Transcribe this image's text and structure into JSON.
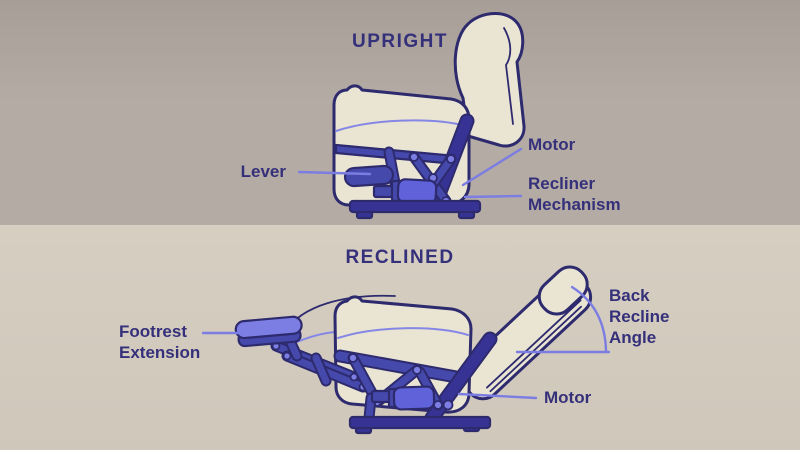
{
  "colors": {
    "top_bg": "#b4aba4",
    "top_bg_dark": "#a89e98",
    "bottom_bg": "#d6cec1",
    "bottom_bg_dark": "#cfc7ba",
    "outline": "#2d2a6e",
    "text": "#35307a",
    "leader": "#7b7de2",
    "cream": "#eae4d3",
    "seam": "#8587e6",
    "mech_mid": "#4649ac",
    "mech_bright": "#5f62d8",
    "mech_light": "#7c7ee4",
    "mech_dark": "#373394"
  },
  "upright": {
    "title": "UPRIGHT",
    "labels": {
      "lever": "Lever",
      "motor": "Motor",
      "recliner_mechanism": "Recliner\nMechanism"
    }
  },
  "reclined": {
    "title": "RECLINED",
    "labels": {
      "footrest_extension": "Footrest\nExtension",
      "back_recline_angle": "Back\nRecline\nAngle",
      "motor": "Motor"
    }
  }
}
